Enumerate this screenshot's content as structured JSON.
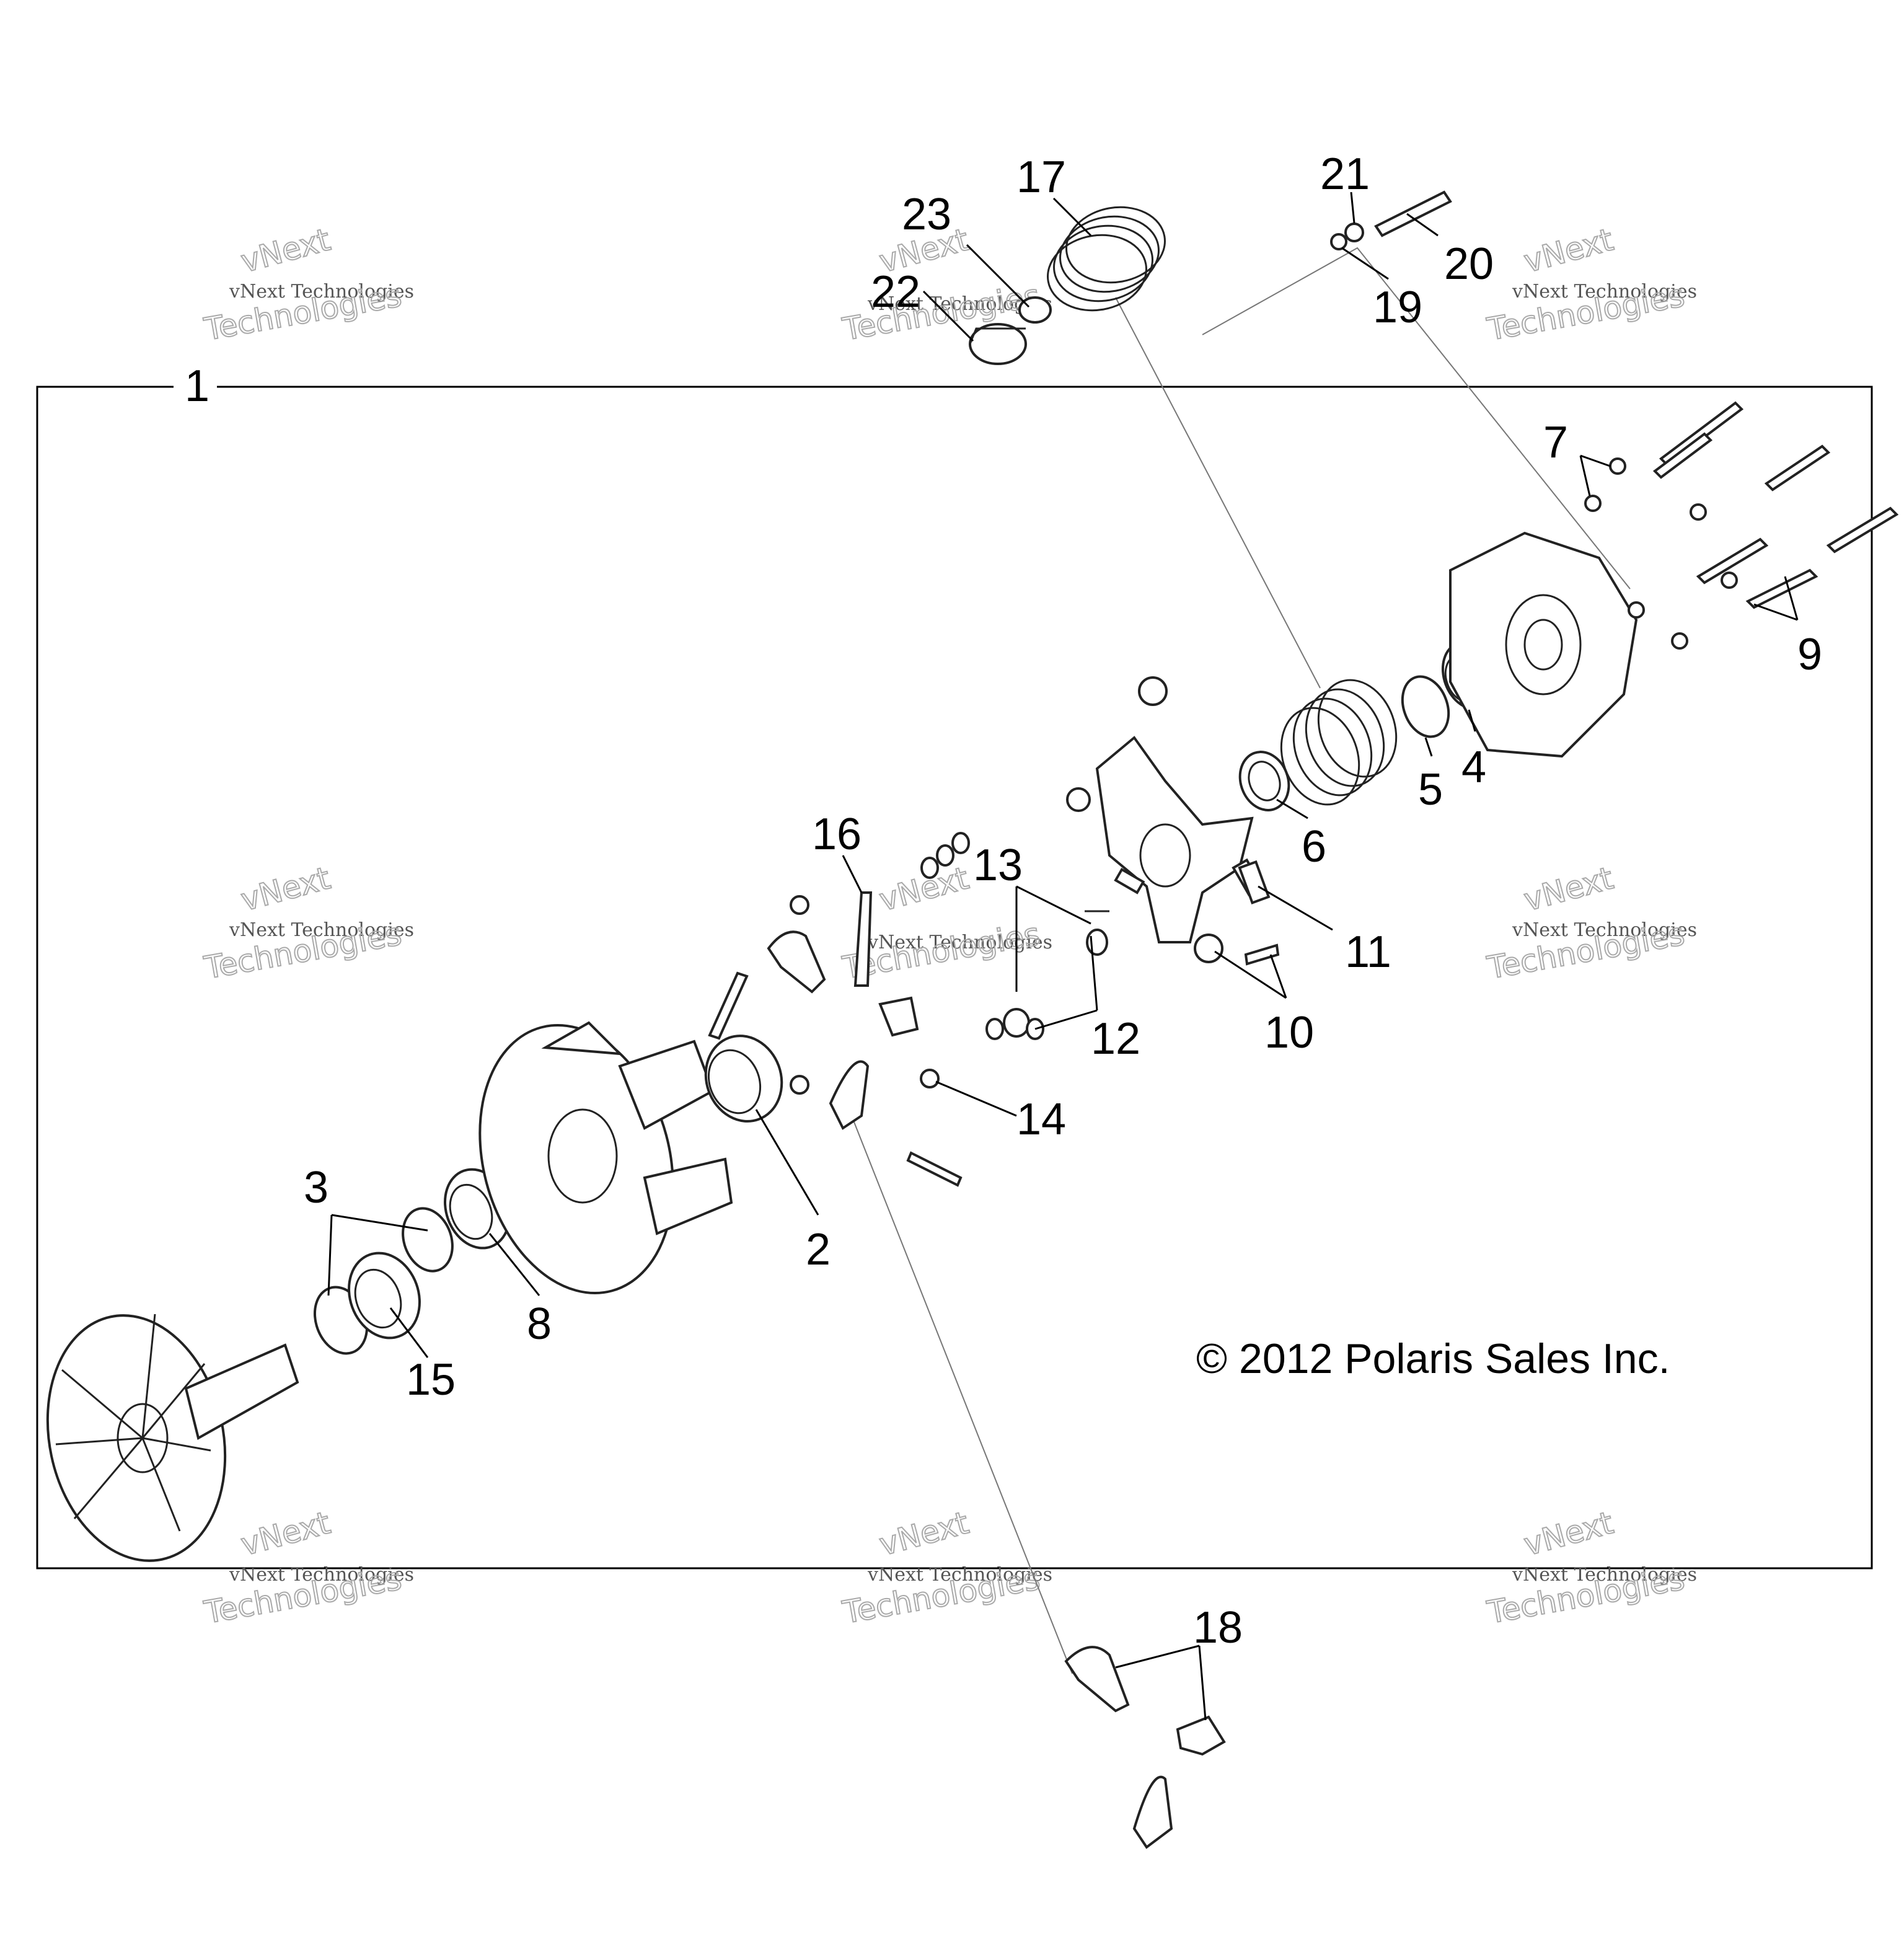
{
  "copyright": "© 2012 Polaris Sales Inc.",
  "watermark": {
    "line1": "vNext Technologies",
    "line2": "vNext",
    "line3": "Technologies"
  },
  "callouts": {
    "c1": "1",
    "c2": "2",
    "c3": "3",
    "c4": "4",
    "c5": "5",
    "c6": "6",
    "c7": "7",
    "c8": "8",
    "c9": "9",
    "c10": "10",
    "c11": "11",
    "c12": "12",
    "c13": "13",
    "c14": "14",
    "c15": "15",
    "c16": "16",
    "c17": "17",
    "c18": "18",
    "c19": "19",
    "c20": "20",
    "c21": "21",
    "c22": "22",
    "c23": "23"
  }
}
